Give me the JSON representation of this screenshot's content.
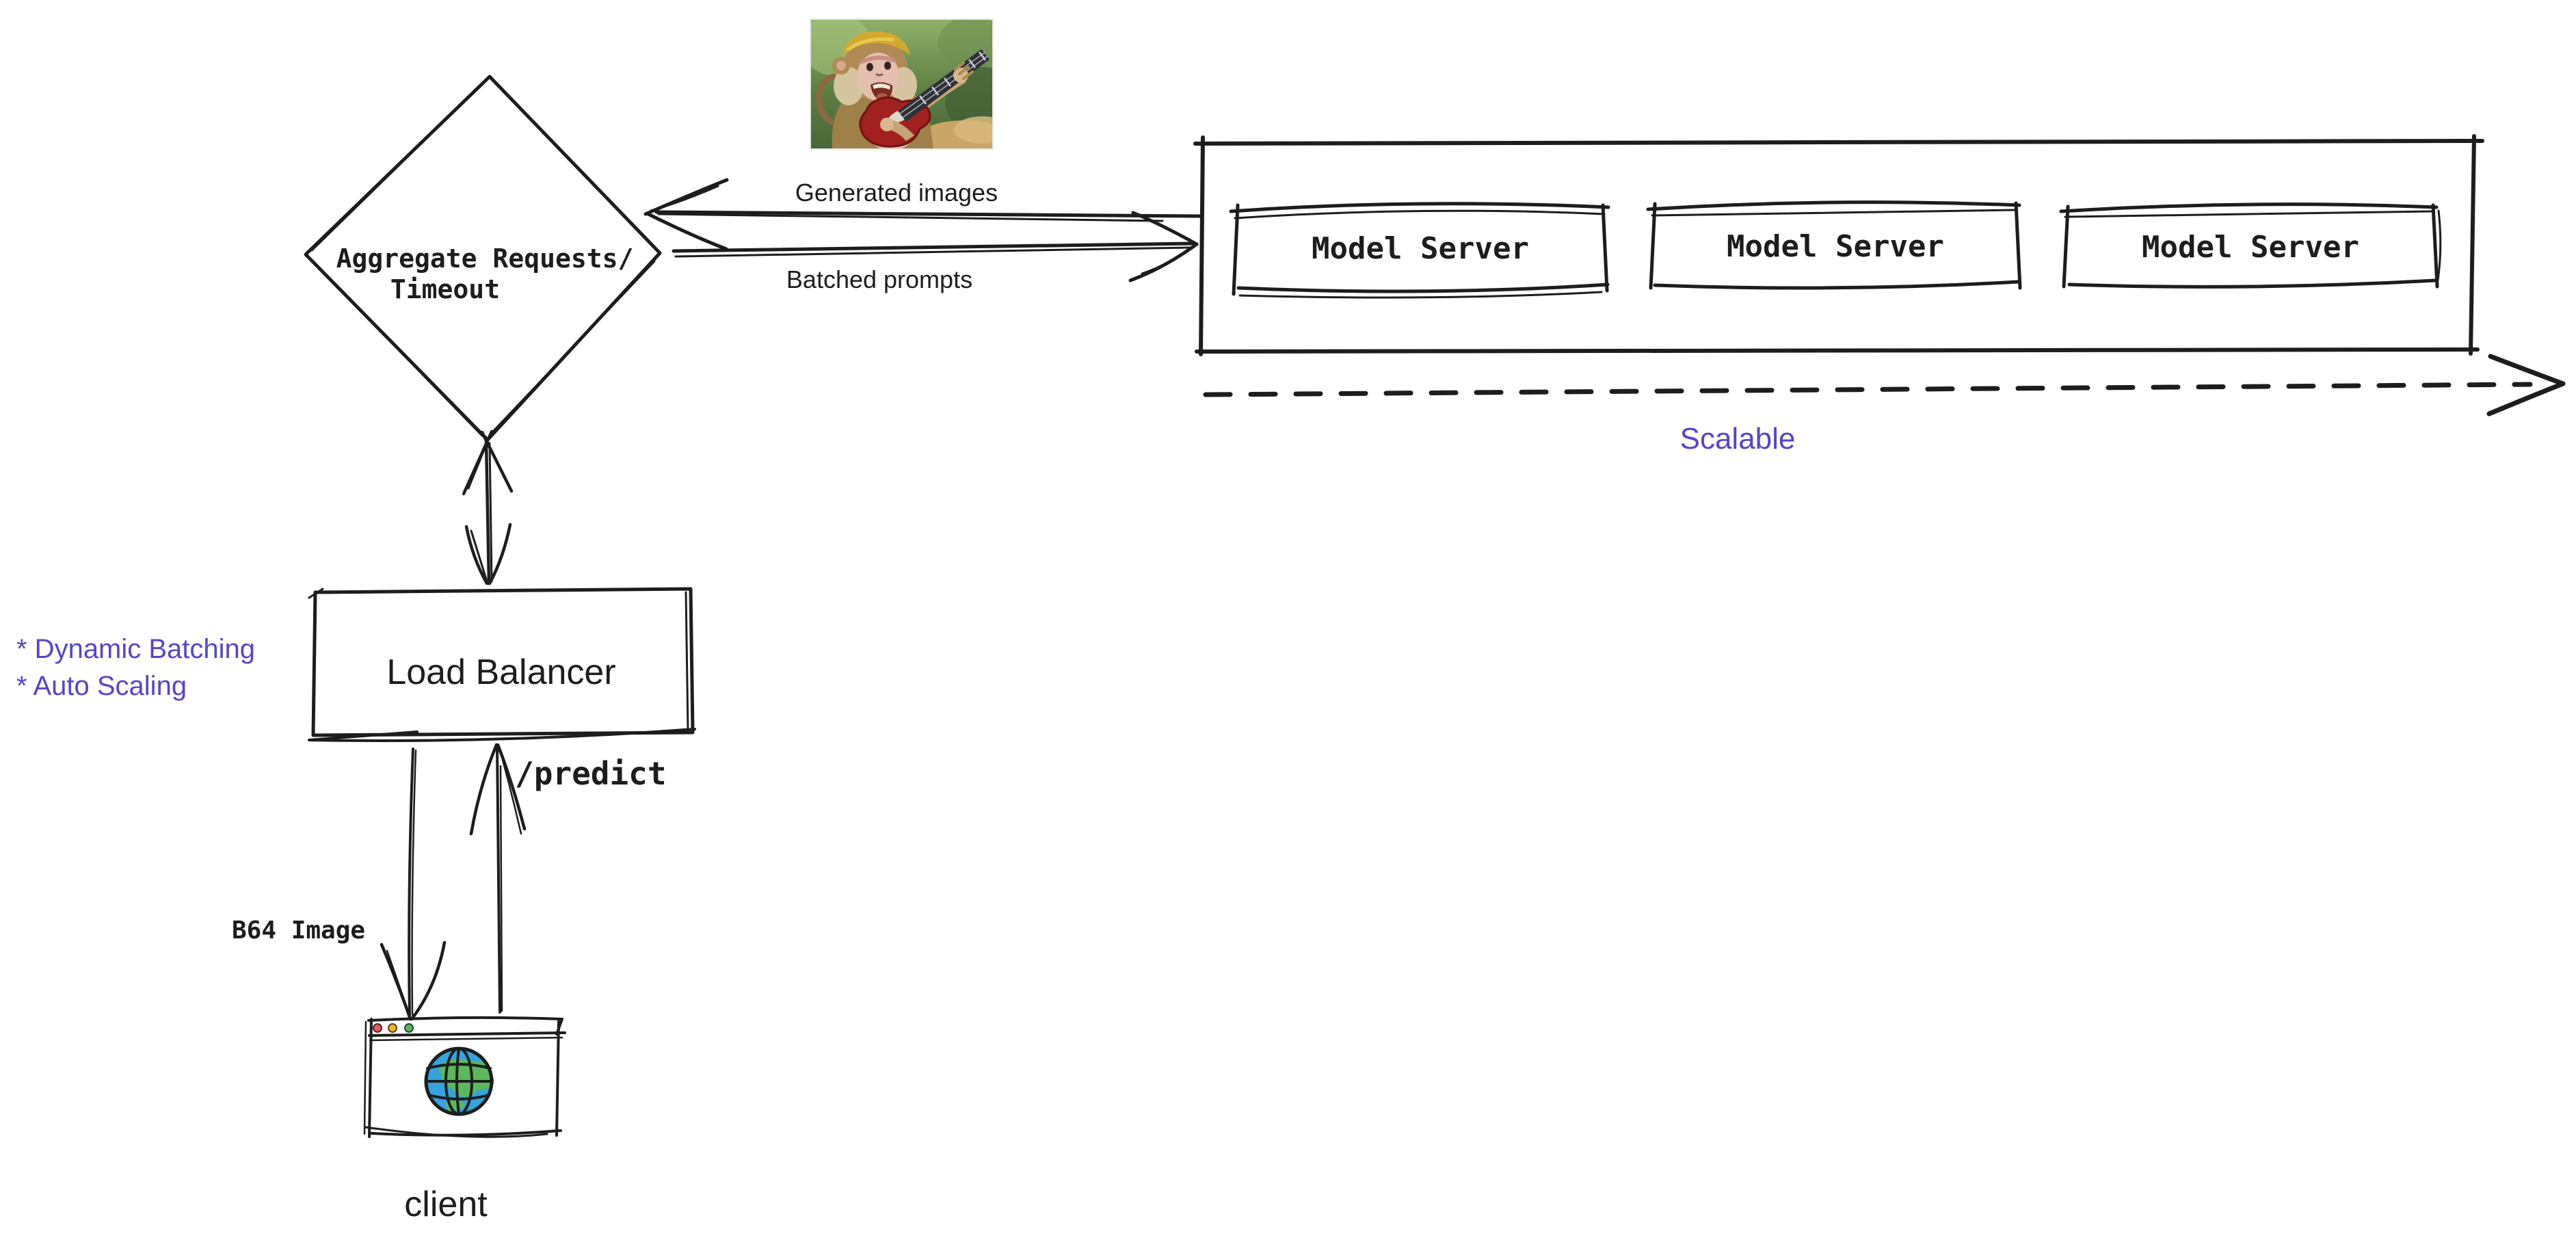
{
  "colors": {
    "ink": "#1d1d1d",
    "accent": "#5246cb",
    "background": "#ffffff",
    "guitar_red": "#a32020",
    "globe_blue": "#35a3dd",
    "globe_green": "#5cb85c"
  },
  "aggregator": {
    "line1": "Aggregate Requests/",
    "line2": "Timeout"
  },
  "flows": {
    "generated_images": "Generated images",
    "batched_prompts": "Batched prompts",
    "scalable": "Scalable",
    "predict_endpoint": "/predict",
    "b64_image": "B64 Image"
  },
  "model_servers": {
    "items": [
      {
        "label": "Model Server"
      },
      {
        "label": "Model Server"
      },
      {
        "label": "Model Server"
      }
    ]
  },
  "load_balancer": {
    "label": "Load Balancer"
  },
  "client": {
    "label": "client"
  },
  "annotations": {
    "bullet1": "* Dynamic Batching",
    "bullet2": "* Auto Scaling"
  },
  "generated_image": {
    "description": "monkey-playing-guitar-photo"
  }
}
